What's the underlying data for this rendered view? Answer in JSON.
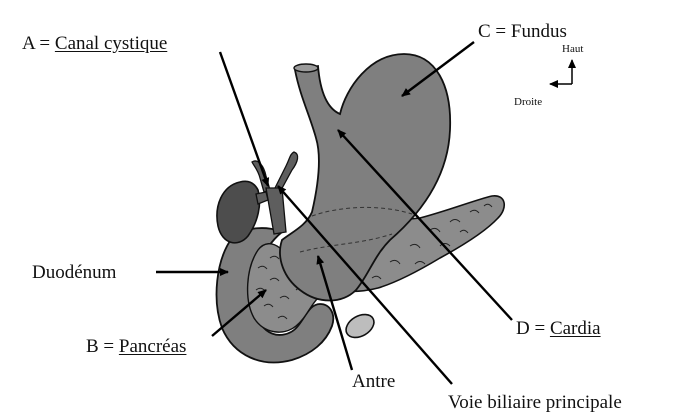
{
  "labels": {
    "a": {
      "prefix": "A = ",
      "term": "Canal cystique"
    },
    "b": {
      "prefix": "B = ",
      "term": "Pancréas"
    },
    "c": {
      "text": "C = Fundus"
    },
    "d": {
      "prefix": "D = ",
      "term": "Cardia"
    },
    "duodenum": "Duodénum",
    "antre": "Antre",
    "voie_biliaire": "Voie biliaire principale"
  },
  "orientation": {
    "up": "Haut",
    "right": "Droite"
  },
  "colors": {
    "organ_fill": "#7f7f7f",
    "organ_dark": "#6a6a6a",
    "gallbladder": "#4d4d4d",
    "pancreas_fill": "#8c8c8c",
    "outline": "#111111",
    "pointer": "#000000"
  }
}
